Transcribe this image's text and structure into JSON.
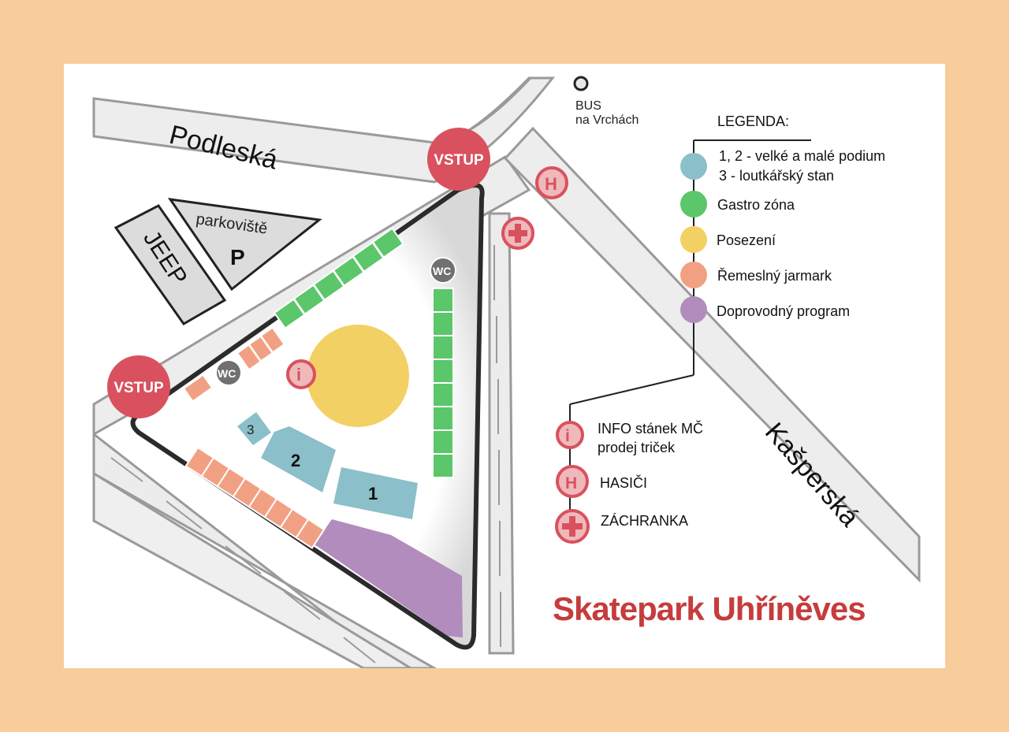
{
  "map": {
    "title": "Skatepark Uhříněves",
    "streets": {
      "podleska": "Podleská",
      "kasperska": "Kašperská"
    },
    "bus_stop": {
      "line1": "BUS",
      "line2": "na Vrchách"
    },
    "entrances": {
      "top": "VSTUP",
      "left": "VSTUP"
    },
    "parking": {
      "label": "parkoviště",
      "symbol": "P",
      "jeep": "JEEP"
    },
    "stages": {
      "stage1": "1",
      "stage2": "2",
      "stage3": "3"
    },
    "wc": {
      "top": "WC",
      "left": "WC"
    },
    "info_marker": "i",
    "hasici_marker": "H",
    "colors": {
      "background": "#f9cc9b",
      "stage_blue": "#8bbfc9",
      "gastro_green": "#5bc66a",
      "seating_yellow": "#f3d064",
      "craft_salmon": "#f2a083",
      "program_purple": "#b18cbd",
      "entrance_red": "#d9515e",
      "title_red": "#c63c3c"
    }
  },
  "legend": {
    "heading": "LEGENDA:",
    "items": [
      {
        "line1": "1, 2 - velké a malé podium",
        "line2": "3 - loutkářský stan",
        "color": "#8bbfc9"
      },
      {
        "line1": "Gastro zóna",
        "color": "#5bc66a"
      },
      {
        "line1": "Posezení",
        "color": "#f3d064"
      },
      {
        "line1": "Řemeslný jarmark",
        "color": "#f2a083"
      },
      {
        "line1": "Doprovodný program",
        "color": "#b18cbd"
      }
    ],
    "symbols": [
      {
        "icon": "info-icon",
        "marker": "i",
        "line1": "INFO stánek MČ",
        "line2": "prodej triček"
      },
      {
        "icon": "fire-station-icon",
        "marker": "H",
        "line1": "HASIČI"
      },
      {
        "icon": "ambulance-cross-icon",
        "line1": "ZÁCHRANKA"
      }
    ]
  }
}
